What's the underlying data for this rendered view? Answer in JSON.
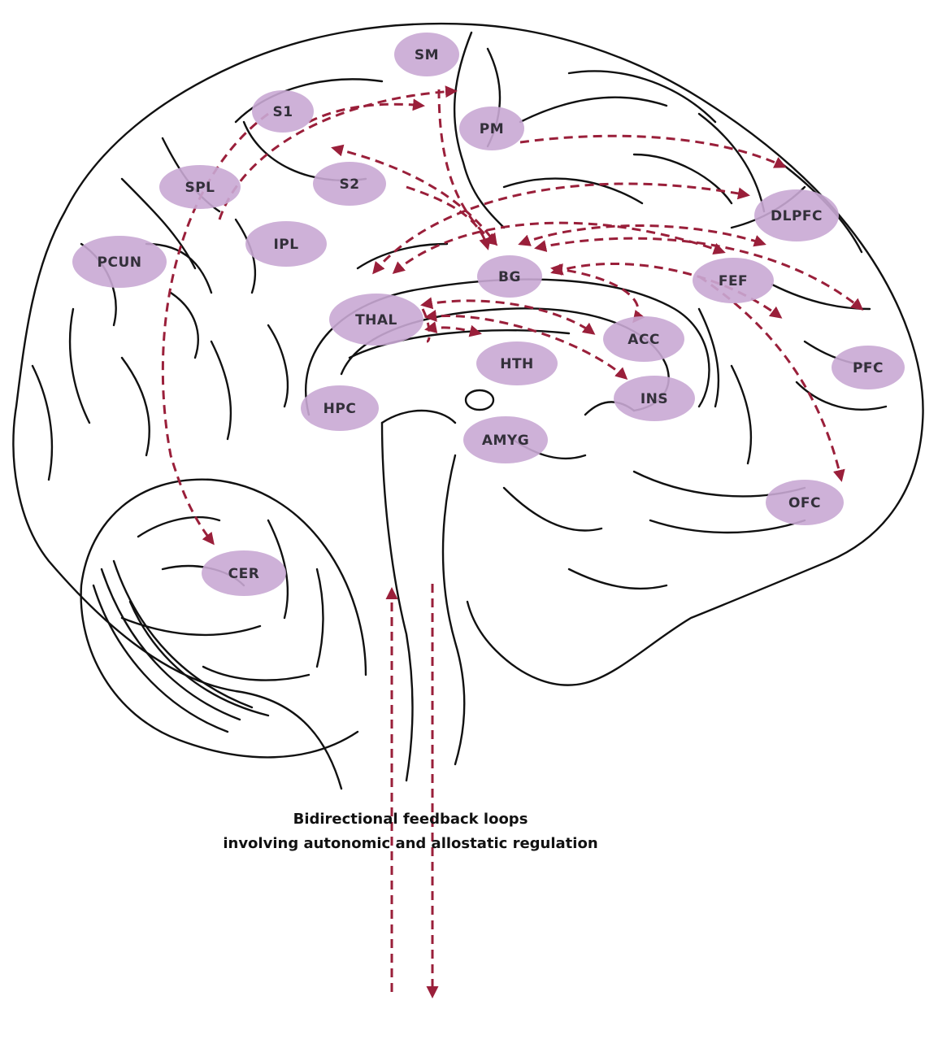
{
  "colors": {
    "region_fill": "#c9a8d4",
    "arrow": "#9a1f3a",
    "outline": "#111111"
  },
  "regions": [
    {
      "id": "sm",
      "label": "SM"
    },
    {
      "id": "s1",
      "label": "S1"
    },
    {
      "id": "pm",
      "label": "PM"
    },
    {
      "id": "spl",
      "label": "SPL"
    },
    {
      "id": "s2",
      "label": "S2"
    },
    {
      "id": "ipl",
      "label": "IPL"
    },
    {
      "id": "pcun",
      "label": "PCUN"
    },
    {
      "id": "dlpfc",
      "label": "DLPFC"
    },
    {
      "id": "bg",
      "label": "BG"
    },
    {
      "id": "fef",
      "label": "FEF"
    },
    {
      "id": "thal",
      "label": "THAL"
    },
    {
      "id": "acc",
      "label": "ACC"
    },
    {
      "id": "hth",
      "label": "HTH"
    },
    {
      "id": "pfc",
      "label": "PFC"
    },
    {
      "id": "ins",
      "label": "INS"
    },
    {
      "id": "hpc",
      "label": "HPC"
    },
    {
      "id": "amyg",
      "label": "AMYG"
    },
    {
      "id": "ofc",
      "label": "OFC"
    },
    {
      "id": "cer",
      "label": "CER"
    }
  ],
  "caption": {
    "line1": "Bidirectional feedback loops",
    "line2": "involving autonomic and allostatic regulation"
  }
}
